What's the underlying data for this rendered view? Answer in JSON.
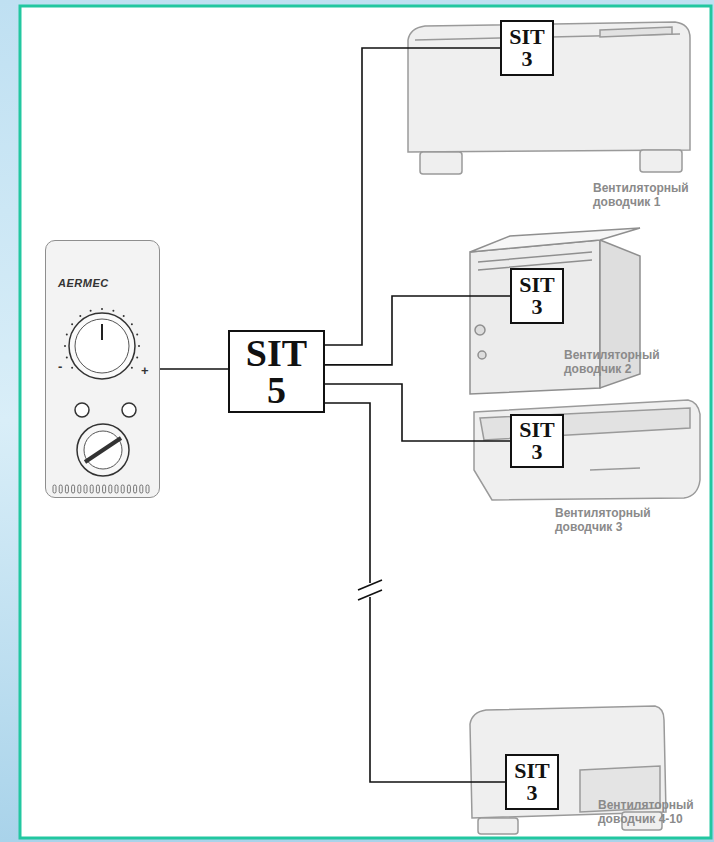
{
  "diagram": {
    "nodes": [
      {
        "text": [
          "AERMEC"
        ]
      },
      {
        "text": [
          "SIT 5"
        ]
      },
      {
        "text": [
          "Вентиляторный доводчик 1"
        ]
      },
      {
        "text": [
          "SIT 3"
        ],
        "in": 2
      },
      {
        "text": [
          "Вентиляторный доводчик 2"
        ]
      },
      {
        "text": [
          "SIT 3"
        ],
        "in": 4
      },
      {
        "text": [
          "Вентиляторный доводчик 3"
        ]
      },
      {
        "text": [
          "SIT 3"
        ],
        "in": 6
      },
      {
        "text": [
          "Вентиляторный доводчик 4-10"
        ]
      },
      {
        "text": [
          "SIT 3"
        ],
        "in": 8
      }
    ],
    "edges": [
      {
        "from": 0,
        "to": 1,
        "arrow": "none"
      },
      {
        "from": 1,
        "to": 3,
        "arrow": "none"
      },
      {
        "from": 1,
        "to": 5,
        "arrow": "none"
      },
      {
        "from": 1,
        "to": 7,
        "arrow": "none"
      },
      {
        "from": 1,
        "to": 9,
        "arrow": "none"
      }
    ],
    "labels": [
      "-",
      "+"
    ]
  }
}
